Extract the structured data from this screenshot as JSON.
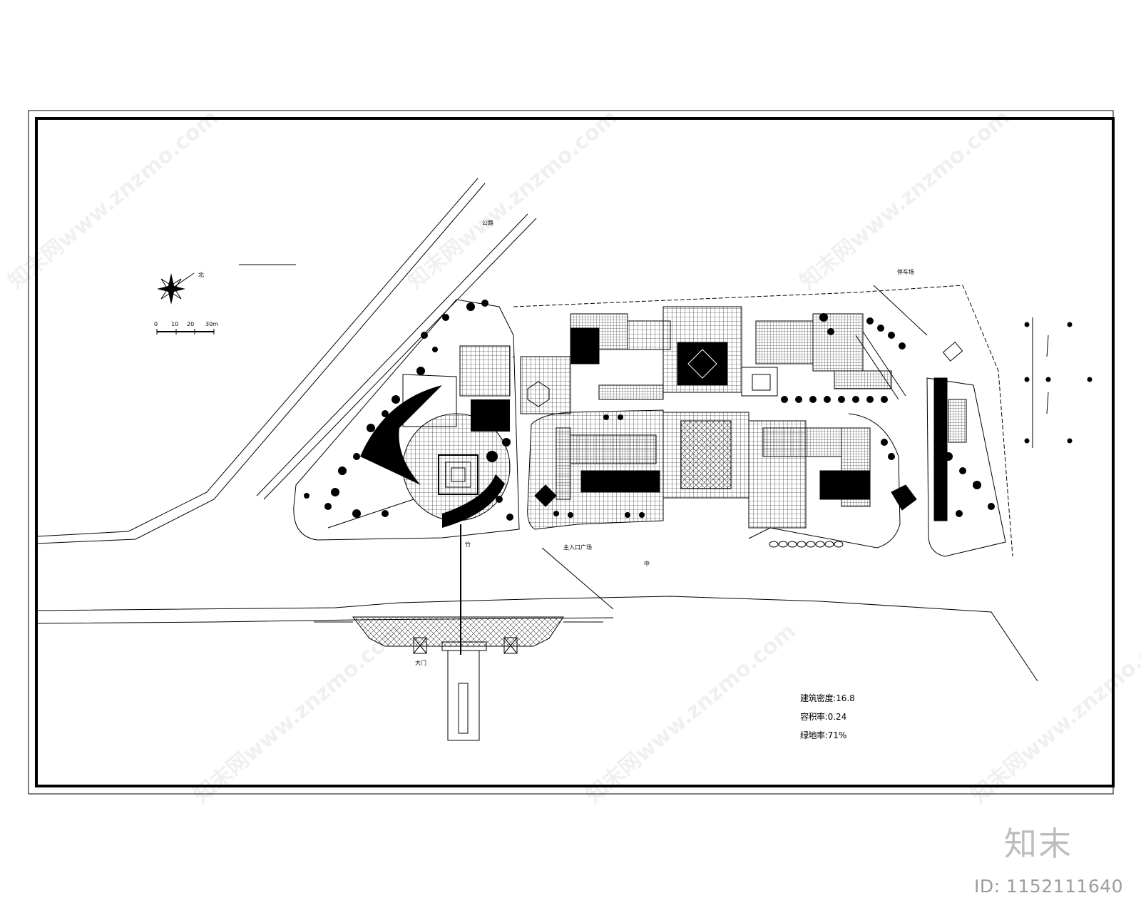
{
  "stats": [
    {
      "label": "建筑密度",
      "value": "16.8"
    },
    {
      "label": "容积率",
      "value": "0.24"
    },
    {
      "label": "绿地率",
      "value": "71%"
    }
  ],
  "stat_separator": ":",
  "scale_bar": {
    "ticks": [
      "0",
      "10",
      "20",
      "30m"
    ]
  },
  "compass_label": "北",
  "labels": {
    "road_top": "公路",
    "road_right": "停车场",
    "river_gate": "大门",
    "square_label": "主入口广场",
    "mid_label": "中",
    "left_label": "竹"
  },
  "watermark": "知末网www.znzmo.com",
  "logo": "知末",
  "id_text": "ID: 1152111640",
  "colors": {
    "ink": "#000000",
    "logo": "#bdbdbd",
    "id": "#9c9c9c"
  }
}
